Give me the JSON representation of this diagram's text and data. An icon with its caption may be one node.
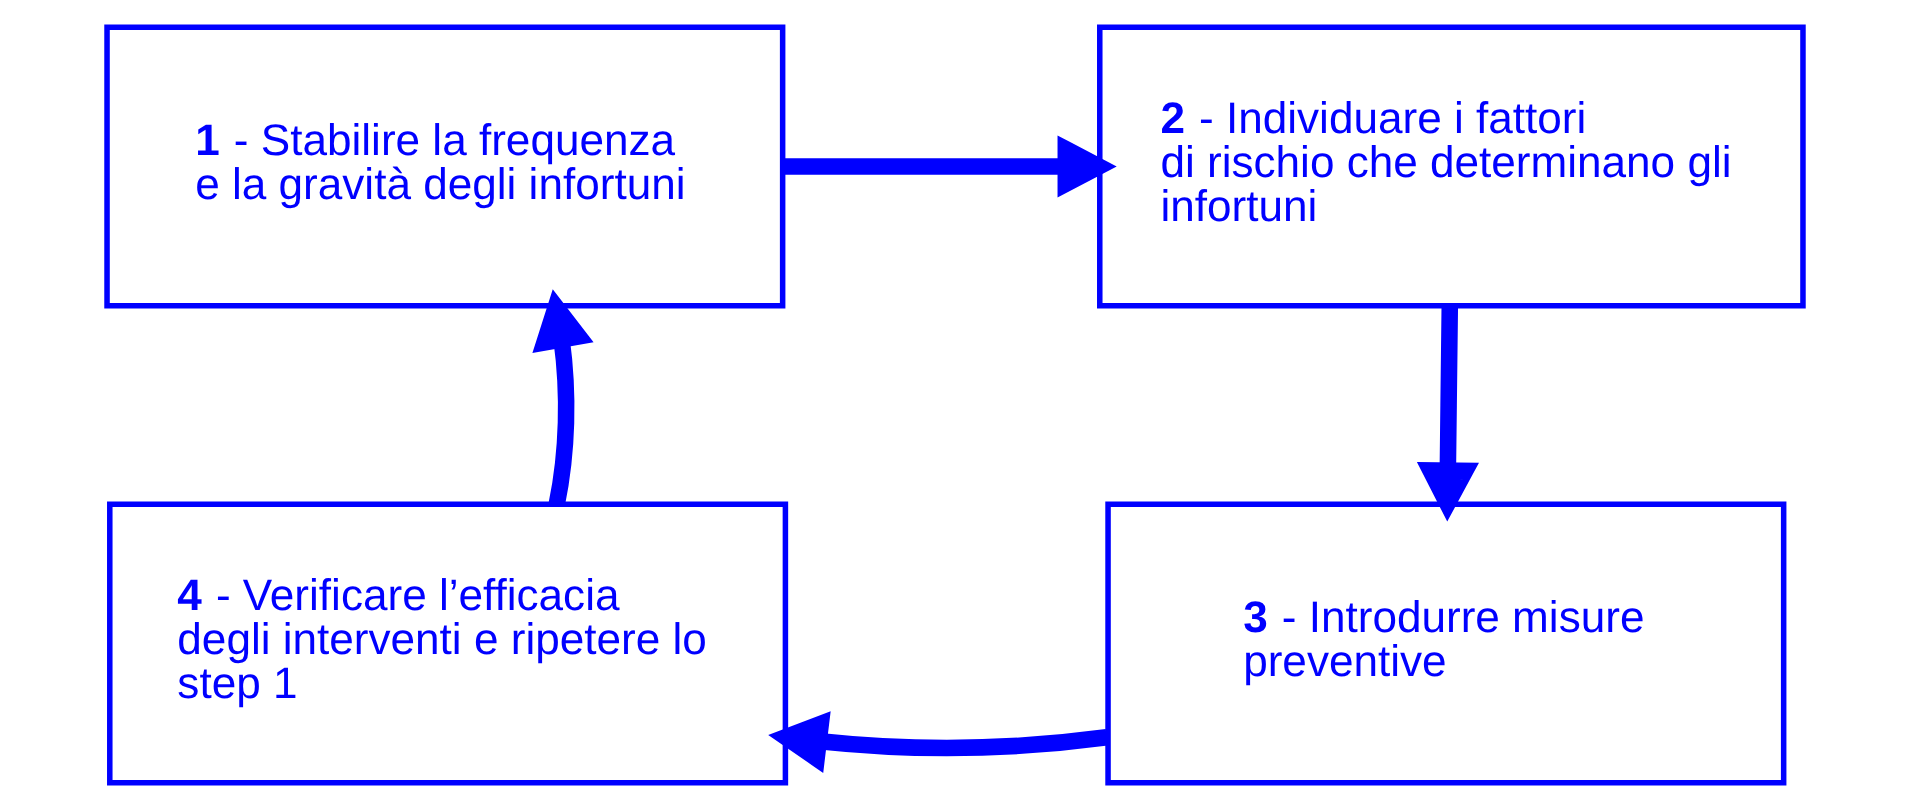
{
  "diagram": {
    "nodes": [
      {
        "text": [
          "**1** - Stabilire la frequenza e la gravità degli infortuni"
        ]
      },
      {
        "text": [
          "**2** - Individuare i fattori di rischio che determinano gli infortuni"
        ]
      },
      {
        "text": [
          "**3** - Introdurre misure preventive"
        ]
      },
      {
        "text": [
          "**4** - Verificare l’efficacia degli interventi e ripetere lo step 1"
        ]
      }
    ],
    "edges": [
      {
        "from": 0,
        "to": 1,
        "arrow": "to"
      },
      {
        "from": 1,
        "to": 2,
        "arrow": "to"
      },
      {
        "from": 2,
        "to": 3,
        "arrow": "to"
      },
      {
        "from": 3,
        "to": 0,
        "arrow": "to"
      }
    ]
  }
}
